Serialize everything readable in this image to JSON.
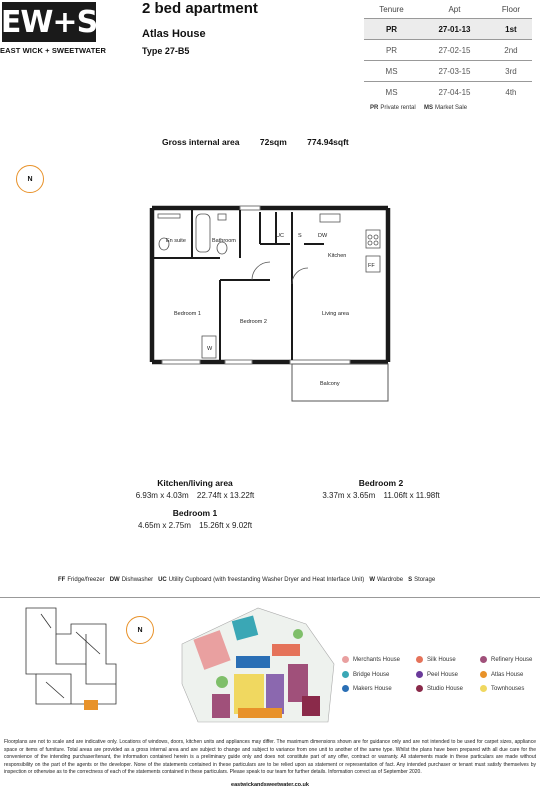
{
  "brand": {
    "logo_text": "EW+S",
    "name": "EAST WICK + SWEETWATER"
  },
  "header": {
    "title": "2 bed apartment",
    "building": "Atlas House",
    "type": "Type 27-B5"
  },
  "tenure_table": {
    "headers": [
      "Tenure",
      "Apt",
      "Floor"
    ],
    "rows": [
      {
        "tenure": "PR",
        "apt": "27-01-13",
        "floor": "1st"
      },
      {
        "tenure": "PR",
        "apt": "27-02-15",
        "floor": "2nd"
      },
      {
        "tenure": "MS",
        "apt": "27-03-15",
        "floor": "3rd"
      },
      {
        "tenure": "MS",
        "apt": "27-04-15",
        "floor": "4th"
      }
    ]
  },
  "tenure_legend": [
    {
      "code": "PR",
      "label": "Private rental"
    },
    {
      "code": "MS",
      "label": "Market Sale"
    }
  ],
  "gross_area": {
    "label": "Gross internal area",
    "sqm": "72sqm",
    "sqft": "774.94sqft"
  },
  "north_label": "N",
  "plan_labels": {
    "ensuite": "En suite",
    "bathroom": "Bathroom",
    "uc": "UC",
    "s": "S",
    "dw": "DW",
    "kitchen": "Kitchen",
    "ff": "FF",
    "bedroom1": "Bedroom 1",
    "bedroom2": "Bedroom 2",
    "living": "Living area",
    "w": "W",
    "balcony": "Balcony"
  },
  "rooms": {
    "kitchen_living": {
      "title": "Kitchen/living area",
      "metric": "6.93m x 4.03m",
      "imperial": "22.74ft x 13.22ft"
    },
    "bedroom2": {
      "title": "Bedroom 2",
      "metric": "3.37m x 3.65m",
      "imperial": "11.06ft x 11.98ft"
    },
    "bedroom1": {
      "title": "Bedroom 1",
      "metric": "4.65m x 2.75m",
      "imperial": "15.26ft x 9.02ft"
    }
  },
  "abbreviations": [
    {
      "code": "FF",
      "label": "Fridge/freezer"
    },
    {
      "code": "DW",
      "label": "Dishwasher"
    },
    {
      "code": "UC",
      "label": "Utility Cupboard (with freestanding Washer Dryer and Heat Interface Unit)"
    },
    {
      "code": "W",
      "label": "Wardrobe"
    },
    {
      "code": "S",
      "label": "Storage"
    }
  ],
  "site_legend": [
    {
      "label": "Merchants House",
      "color": "#e9a0a0"
    },
    {
      "label": "Silk House",
      "color": "#e5735a"
    },
    {
      "label": "Refinery House",
      "color": "#a0507a"
    },
    {
      "label": "Bridge House",
      "color": "#3aa7b5"
    },
    {
      "label": "Peel House",
      "color": "#6a3a9a"
    },
    {
      "label": "Atlas House",
      "color": "#e8922a"
    },
    {
      "label": "Makers House",
      "color": "#2a6fb5"
    },
    {
      "label": "Studio House",
      "color": "#8a2a4a"
    },
    {
      "label": "Townhouses",
      "color": "#f0d860"
    }
  ],
  "disclaimer": "Floorplans are not to scale and are indicative only. Locations of windows, doors, kitchen units and appliances may differ. The maximum dimensions shown are for guidance only and are not intended to be used for carpet sizes, appliance space or items of furniture. Total areas are provided as a gross internal area and are subject to change and subject to variance from one unit to another of the same type. Whilst the plans have been prepared with all due care for the convenience of the intending purchaser/tenant, the information contained herein is a preliminary guide only and does not constitute part of any offer, contract or warranty. All statements made in these particulars are made without responsibility on the part of the agents or the developer. None of the statements contained in these particulars are to be relied upon as statement or representation of fact. Any intended purchaser or tenant must satisfy themselves by inspection or otherwise as to the correctness of each of the statements contained in these particulars. Please speak to our team for further details. Information correct as of September 2020.",
  "website": "eastwickandsweetwater.co.uk"
}
